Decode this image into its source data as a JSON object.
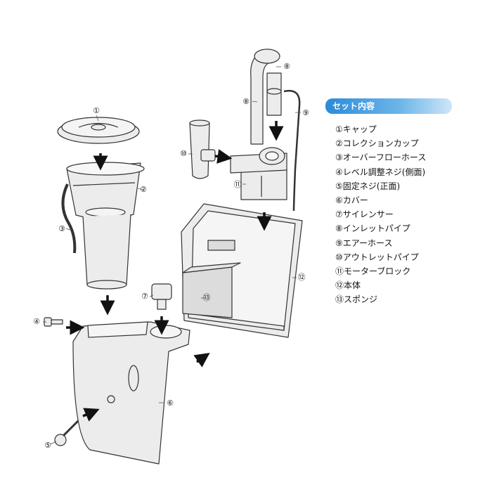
{
  "legend": {
    "title": "セット内容",
    "items": [
      "①キャップ",
      "②コレクションカップ",
      "③オーバーフローホース",
      "④レベル調整ネジ(側面)",
      "⑤固定ネジ(正面)",
      "⑥カバー",
      "⑦サイレンサー",
      "⑧インレットパイプ",
      "⑨エアーホース",
      "⑩アウトレットパイプ",
      "⑪モーターブロック",
      "⑫本体",
      "⑬スポンジ"
    ]
  },
  "callouts": {
    "c1": "①",
    "c2": "②",
    "c3": "③",
    "c4": "④",
    "c5": "⑤",
    "c6": "⑥",
    "c7": "⑦",
    "c8a": "⑧",
    "c8b": "⑧",
    "c9": "⑨",
    "c10": "⑩",
    "c11": "⑪",
    "c12": "⑫",
    "c13": "⑬"
  },
  "colors": {
    "line": "#333333",
    "fill": "#ebebeb",
    "legend_accent": "#2a8bd8"
  }
}
